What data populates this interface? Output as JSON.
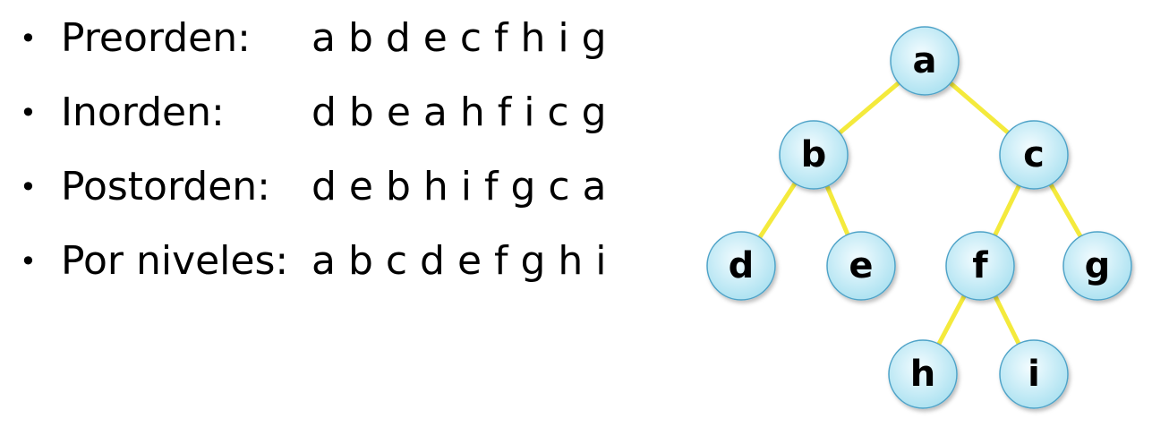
{
  "traversals": [
    {
      "bullet": "•",
      "label": "Preorden:",
      "sequence": "a b d e c f h i g"
    },
    {
      "bullet": "•",
      "label": "Inorden:",
      "sequence": "d b e a h f i c g"
    },
    {
      "bullet": "•",
      "label": "Postorden:",
      "sequence": "d e b h i f g c a"
    },
    {
      "bullet": "•",
      "label": "Por niveles:",
      "sequence": "a b c d e f g h i"
    }
  ],
  "tree": {
    "nodes": [
      "a",
      "b",
      "c",
      "d",
      "e",
      "f",
      "g",
      "h",
      "i"
    ],
    "edges": [
      [
        "a",
        "b"
      ],
      [
        "a",
        "c"
      ],
      [
        "b",
        "d"
      ],
      [
        "b",
        "e"
      ],
      [
        "c",
        "f"
      ],
      [
        "c",
        "g"
      ],
      [
        "f",
        "h"
      ],
      [
        "f",
        "i"
      ]
    ],
    "colors": {
      "edge": "#f4ea3c",
      "node_fill_center": "#f3fcff",
      "node_fill_edge": "#a8e0f0",
      "node_stroke": "#4fa3c8"
    }
  }
}
